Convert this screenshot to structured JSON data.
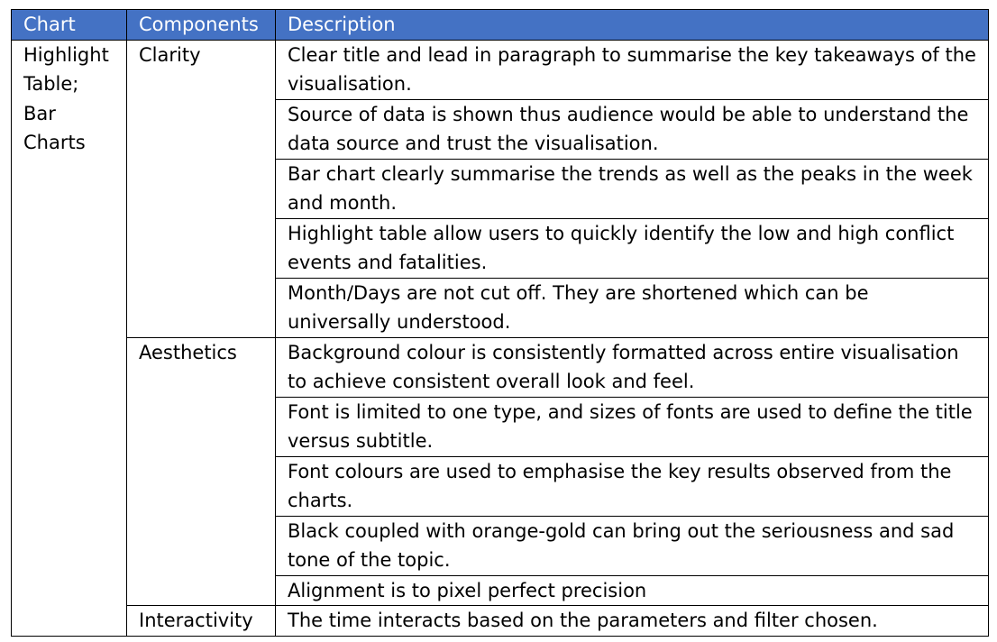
{
  "table": {
    "headers": [
      "Chart",
      "Components",
      "Description"
    ],
    "chart_cell": "Highlight\nTable;\nBar\nCharts",
    "groups": [
      {
        "component": "Clarity",
        "descriptions": [
          "Clear title and lead in paragraph to summarise the key takeaways of the visualisation.",
          "Source of data is shown thus audience would be able to understand the data source and trust the visualisation.",
          "Bar chart clearly summarise the trends as well as the peaks in the week and month.",
          "Highlight table allow users to quickly identify the low and high conflict events and fatalities.",
          "Month/Days are not cut off. They are shortened which can be universally understood."
        ]
      },
      {
        "component": "Aesthetics",
        "descriptions": [
          "Background colour is consistently formatted across entire visualisation to achieve consistent overall look and feel.",
          "Font is limited to one type, and sizes of fonts are used to define the title versus subtitle.",
          "Font colours are used to emphasise the key results observed from the charts.",
          "Black coupled with orange-gold can bring out the seriousness and sad tone of the topic.",
          "Alignment is to pixel perfect precision"
        ]
      },
      {
        "component": "Interactivity",
        "descriptions": [
          "The time interacts based on the parameters and filter chosen."
        ]
      }
    ]
  }
}
